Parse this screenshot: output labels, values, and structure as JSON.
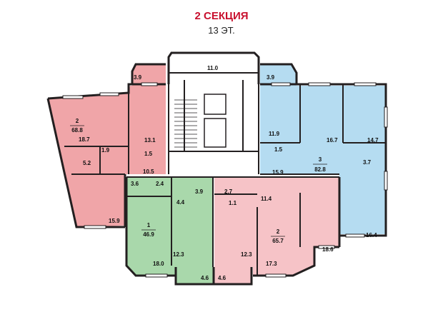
{
  "header": {
    "section": "2 СЕКЦИЯ",
    "floor": "13 ЭТ."
  },
  "colors": {
    "red_apartment": "#f0a5a8",
    "blue_apartment": "#b5dcf1",
    "green_apartment": "#a9d8ab",
    "pink_apartment": "#f6c3c7",
    "wall": "#231f20",
    "title_red": "#c8102e"
  },
  "apartments": [
    {
      "key": "west",
      "color": "red",
      "number": "2",
      "area": "68.8"
    },
    {
      "key": "east",
      "color": "blue",
      "number": "3",
      "area": "82.8"
    },
    {
      "key": "south-west",
      "color": "green",
      "number": "1",
      "area": "46.9"
    },
    {
      "key": "south",
      "color": "pink",
      "number": "2",
      "area": "65.7"
    }
  ],
  "room_areas": {
    "balcony_nw": "3.9",
    "corridor_top": "11.0",
    "balcony_ne": "3.9",
    "west_room": "18.7",
    "west_kitchen": "13.1",
    "west_wc": "1.9",
    "west_bath": "5.2",
    "west_closet": "1.5",
    "west_hall": "10.5",
    "west_big": "15.9",
    "east_kitchen": "11.9",
    "east_closet": "1.5",
    "east_room1": "16.7",
    "east_room2": "14.7",
    "east_bath": "3.7",
    "east_hall": "15.9",
    "east_big": "16.4",
    "sw_small1": "3.6",
    "sw_small2": "2.4",
    "sw_bath": "3.9",
    "sw_hall": "4.4",
    "sw_kitchen": "12.3",
    "sw_room": "18.0",
    "sw_balcony": "4.6",
    "s_bath": "2.7",
    "s_wc": "1.1",
    "s_hall": "11.4",
    "s_kitchen": "12.3",
    "s_room1": "17.3",
    "s_room2": "18.6",
    "s_balcony": "4.6"
  }
}
